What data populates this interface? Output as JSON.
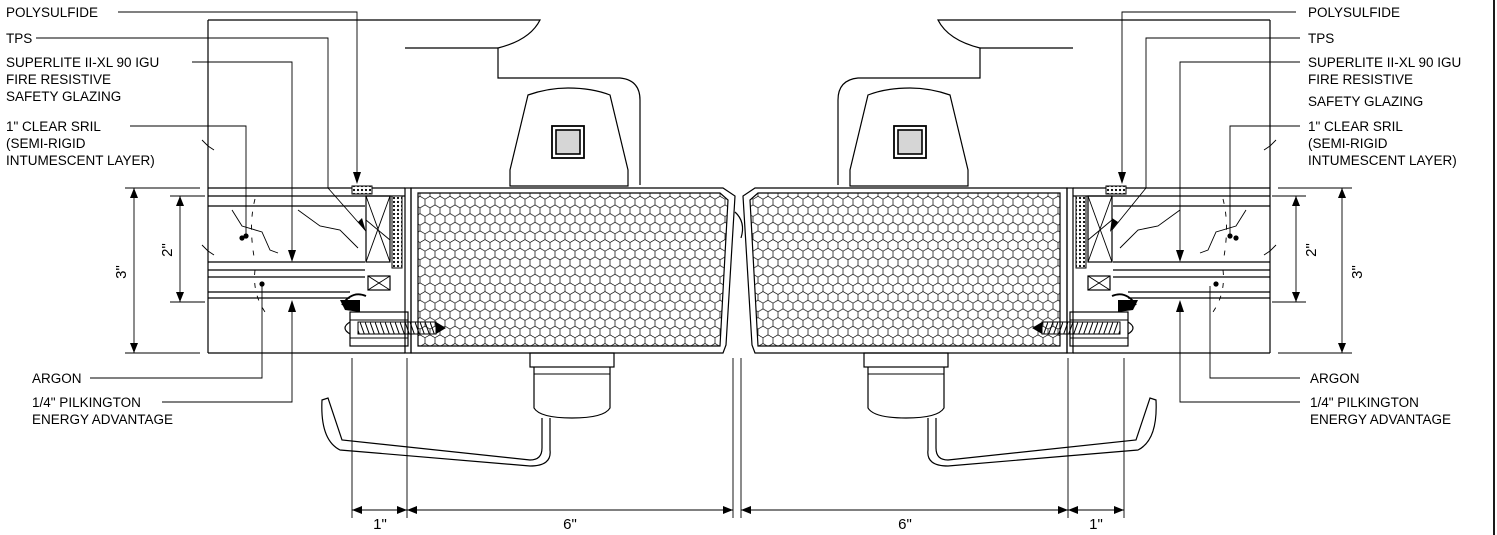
{
  "labels": {
    "polysulfide": "POLYSULFIDE",
    "tps": "TPS",
    "igu_line1": "SUPERLITE II-XL 90 IGU",
    "igu_line2": "FIRE RESISTIVE",
    "igu_line3": "SAFETY GLAZING",
    "sril_line1": "1\" CLEAR SRIL",
    "sril_line2": "(SEMI-RIGID",
    "sril_line3": "INTUMESCENT LAYER)",
    "argon": "ARGON",
    "pilkington_line1": "1/4\" PILKINGTON",
    "pilkington_line2": "ENERGY ADVANTAGE"
  },
  "dimensions": {
    "overall_thickness": "3\"",
    "glass_thickness": "2\"",
    "edge_width": "1\"",
    "core_width": "6\""
  },
  "colors": {
    "line": "#000000",
    "background": "#ffffff",
    "insert_fill": "#d6d6d6"
  }
}
